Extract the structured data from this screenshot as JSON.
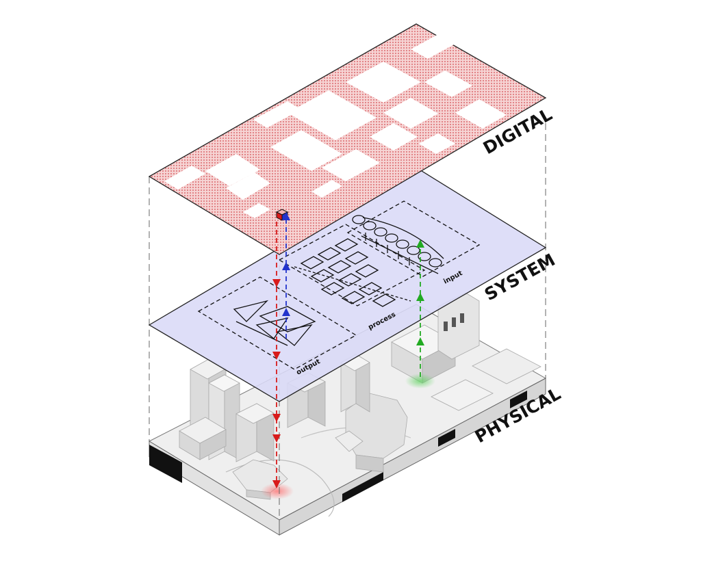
{
  "layers": {
    "digital": {
      "label": "DIGITAL"
    },
    "system": {
      "label": "SYSTEM"
    },
    "physical": {
      "label": "PHYSICAL"
    }
  },
  "system_stages": {
    "input": "input",
    "process": "process",
    "output": "output"
  },
  "colors": {
    "digital_fill": "#f4cccc",
    "digital_pattern": "#e8888a",
    "system_fill": "#dcdcf6",
    "physical_ground": "#eeeeee",
    "building": "#e4e4e4",
    "downlink_red": "#d81b1b",
    "uplink_blue": "#2233cc",
    "sensor_green": "#22aa22"
  }
}
